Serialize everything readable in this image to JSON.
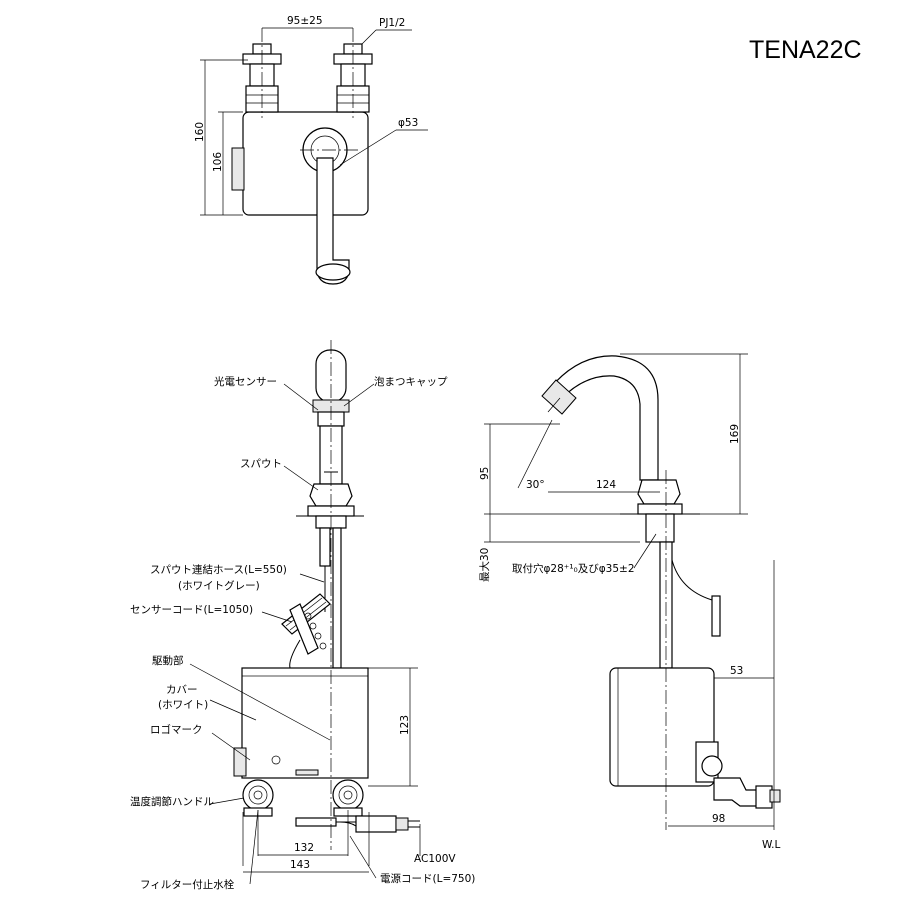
{
  "model": "TENA22C",
  "top_view": {
    "dim_width": "95±25",
    "dim_thread": "PJ1/2",
    "dim_height_total": "160",
    "dim_height_body": "106",
    "dim_diameter": "φ53"
  },
  "front_view": {
    "label_sensor": "光電センサー",
    "label_aerator": "泡まつキャップ",
    "label_spout": "スパウト",
    "label_hose": "スパウト連結ホース(L=550)",
    "label_hose_color": "(ホワイトグレー)",
    "label_sensor_cord": "センサーコード(L=1050)",
    "label_drive": "駆動部",
    "label_cover": "カバー",
    "label_cover_color": "(ホワイト)",
    "label_logo": "ロゴマーク",
    "label_temp_handle": "温度調節ハンドル",
    "label_filter_valve": "フィルター付止水栓",
    "label_power_cord": "電源コード(L=750)",
    "label_ac": "AC100V",
    "dim_123": "123",
    "dim_132": "132",
    "dim_143": "143"
  },
  "side_view": {
    "dim_169": "169",
    "dim_95": "95",
    "dim_124": "124",
    "dim_angle": "30°",
    "dim_max30": "最大30",
    "label_mount_hole": "取付穴φ28⁺¹₀及びφ35±2",
    "dim_53": "53",
    "dim_98": "98",
    "label_wl": "W.L"
  }
}
